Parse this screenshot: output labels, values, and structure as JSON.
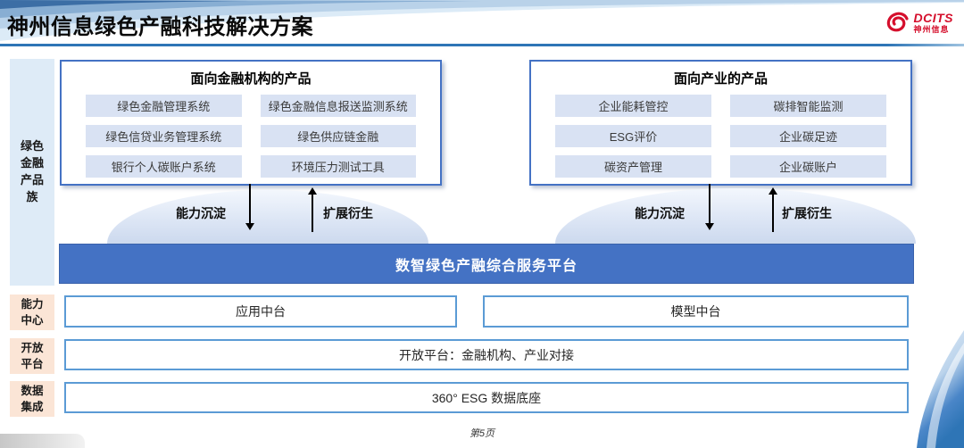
{
  "page": {
    "title": "神州信息绿色产融科技解决方案",
    "page_number": "第5页"
  },
  "logo": {
    "name": "DCITS",
    "subtitle": "神州信息",
    "brand_color": "#D50F2C"
  },
  "rail": {
    "product_family": "绿色\n金融\n产品\n族",
    "capability_center": "能力\n中心",
    "open_platform": "开放\n平台",
    "data_integration": "数据\n集成"
  },
  "groups": [
    {
      "title": "面向金融机构的产品",
      "items": [
        "绿色金融管理系统",
        "绿色金融信息报送监测系统",
        "绿色信贷业务管理系统",
        "绿色供应链金融",
        "银行个人碳账户系统",
        "环境压力测试工具"
      ]
    },
    {
      "title": "面向产业的产品",
      "items": [
        "企业能耗管控",
        "碳排智能监测",
        "ESG评价",
        "企业碳足迹",
        "碳资产管理",
        "企业碳账户"
      ]
    }
  ],
  "flows": {
    "down": "能力沉淀",
    "up": "扩展衍生"
  },
  "platform": "数智绿色产融综合服务平台",
  "layers": {
    "app_center": "应用中台",
    "model_center": "模型中台",
    "open_platform": "开放平台：金融机构、产业对接",
    "data_base": "360° ESG 数据底座"
  },
  "colors": {
    "accent_blue": "#4472C4",
    "chip_blue": "#D9E2F3",
    "rail_blue": "#DEEBF7",
    "rail_peach": "#FBE5D6",
    "divider_blue": "#2E75B6",
    "layer_border_blue": "#5B9BD5",
    "brand_red": "#D50F2C"
  }
}
